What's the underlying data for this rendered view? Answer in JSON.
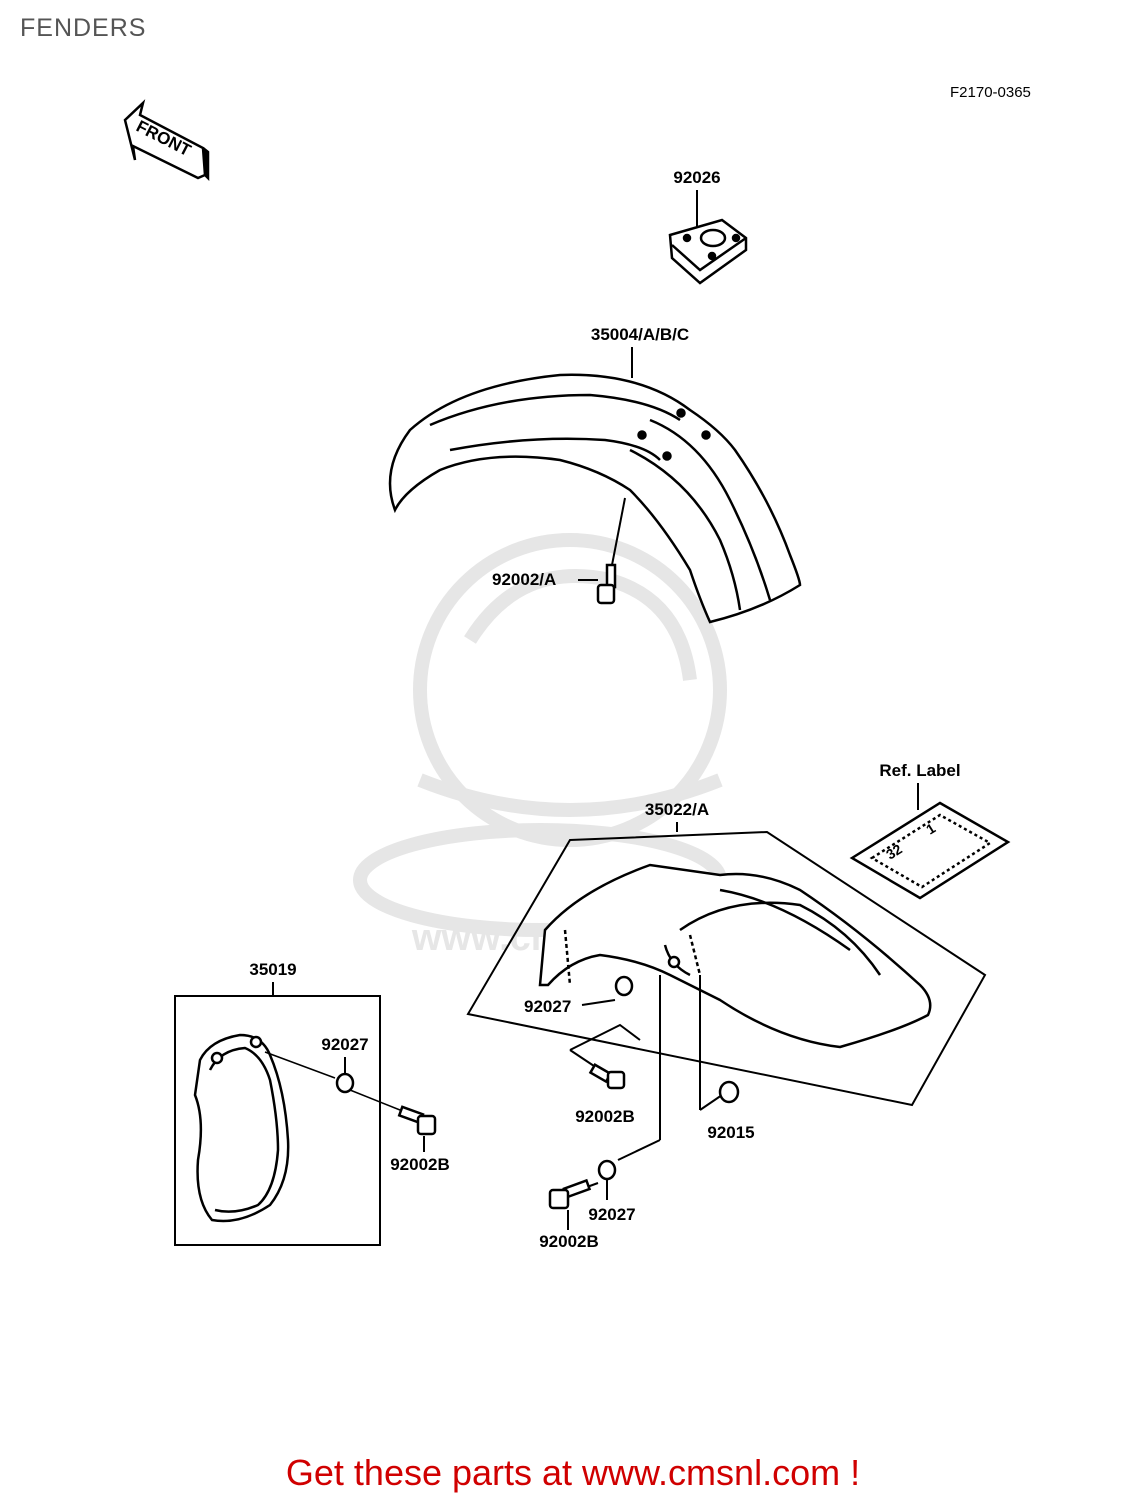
{
  "page": {
    "title": "FENDERS",
    "figure_code": "F2170-0365"
  },
  "front_arrow_text": "FRONT",
  "labels": {
    "p92026": "92026",
    "p35004": "35004/A/B/C",
    "p92002a": "92002/A",
    "ref_label": "Ref. Label",
    "ref_label_marks": [
      "32",
      "1"
    ],
    "p35022": "35022/A",
    "p35019": "35019",
    "p92027_side": "92027",
    "p92002b_side": "92002B",
    "p92027_rear_top": "92027",
    "p92002b_rear_mid": "92002B",
    "p92015": "92015",
    "p92027_rear_bottom": "92027",
    "p92002b_rear_bottom": "92002B"
  },
  "watermark": "www.cmsnl.com",
  "cta": "Get these parts at www.cmsnl.com !",
  "colors": {
    "line": "#000000",
    "cta": "#d00000",
    "title": "#555555",
    "watermark": "#e6e6e6"
  }
}
